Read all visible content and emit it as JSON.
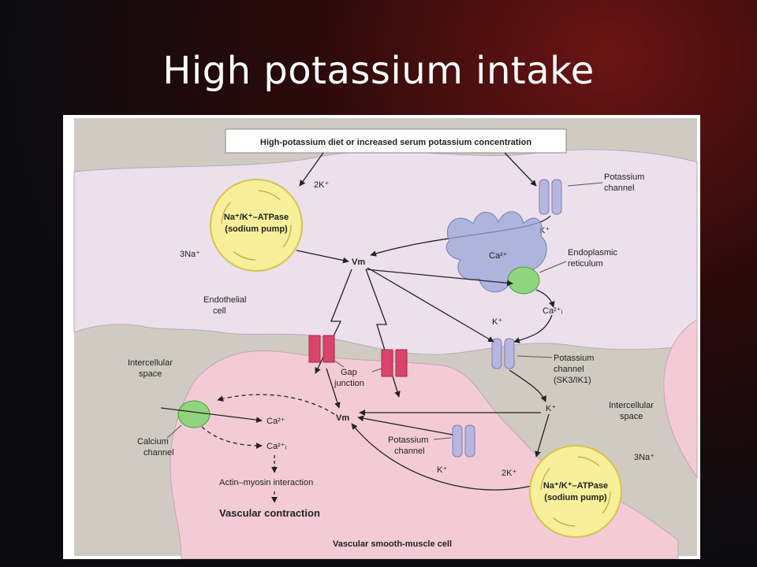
{
  "slide": {
    "title": "High potassium intake"
  },
  "diagram": {
    "top_box": "High-potassium diet or increased serum potassium concentration",
    "endothelial_cell": [
      "Endothelial",
      "cell"
    ],
    "pump_top": [
      "Na⁺/K⁺–ATPase",
      "(sodium pump)"
    ],
    "pump_bottom": [
      "Na⁺/K⁺–ATPase",
      "(sodium pump)"
    ],
    "k_2_top": "2K⁺",
    "na_3_top": "3Na⁺",
    "k_2_bottom": "2K⁺",
    "na_3_bottom": "3Na⁺",
    "vm_top": "Vm",
    "vm_bottom": "Vm",
    "k_channel_top": [
      "Potassium",
      "channel"
    ],
    "k_plus_top": "K⁺",
    "er": [
      "Endoplasmic",
      "reticulum"
    ],
    "ca_er": "Ca²⁺",
    "ca_i_top": "Ca²⁺ᵢ",
    "k_plus_mid": "K⁺",
    "sk3": [
      "Potassium",
      "channel",
      "(SK3/IK1)"
    ],
    "intercellular_left": [
      "Intercellular",
      "space"
    ],
    "intercellular_right": [
      "Intercellular",
      "space"
    ],
    "gap_junction": [
      "Gap",
      "junction"
    ],
    "k_plus_right": "K⁺",
    "ca_2_left": "Ca²⁺",
    "ca_i_left": "Ca²⁺ᵢ",
    "calcium_channel": [
      "Calcium",
      "channel"
    ],
    "k_channel_bottom": [
      "Potassium",
      "channel"
    ],
    "k_plus_bottom": "K⁺",
    "actin": "Actin–myosin interaction",
    "contraction": "Vascular contraction",
    "vsmc": "Vascular smooth-muscle cell"
  },
  "colors": {
    "endothelial": "#ece0ec",
    "smooth_muscle": "#f3cbd6",
    "intercellular": "#cfcbc2",
    "pump": "#f7ef9a",
    "channel": "#b7b6de",
    "gap": "#d9446a",
    "er": "#9aa7d8",
    "ca_channel": "#8fd47e"
  }
}
